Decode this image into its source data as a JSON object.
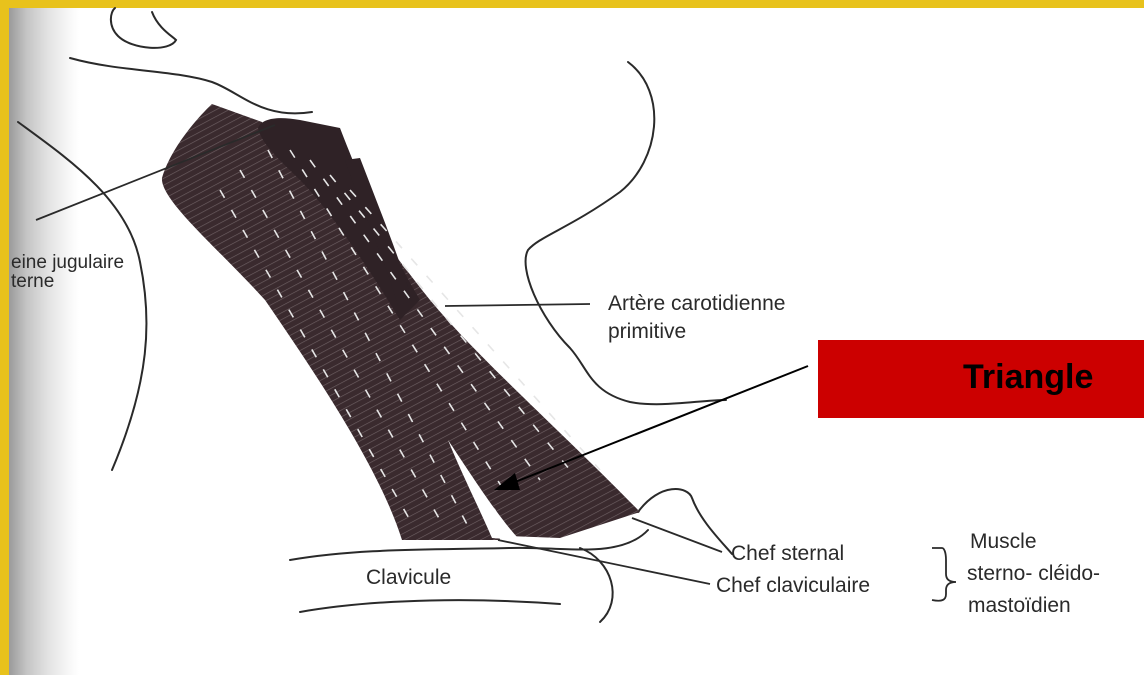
{
  "colors": {
    "frame": "#e8c21c",
    "title_box": "#cc0000",
    "muscle": "#3a2a2e",
    "line": "#2a2a2a"
  },
  "labels": {
    "veine_line1": "eine jugulaire",
    "veine_line2": "terne",
    "artere_line1": "Artère carotidienne",
    "artere_line2": "primitive",
    "title": "Triangle",
    "chef_sternal": "Chef sternal",
    "chef_claviculaire": "Chef claviculaire",
    "clavicule": "Clavicule",
    "muscle_line1": "Muscle",
    "muscle_line2": "sterno- cléido-",
    "muscle_line3": "mastoïdien"
  }
}
